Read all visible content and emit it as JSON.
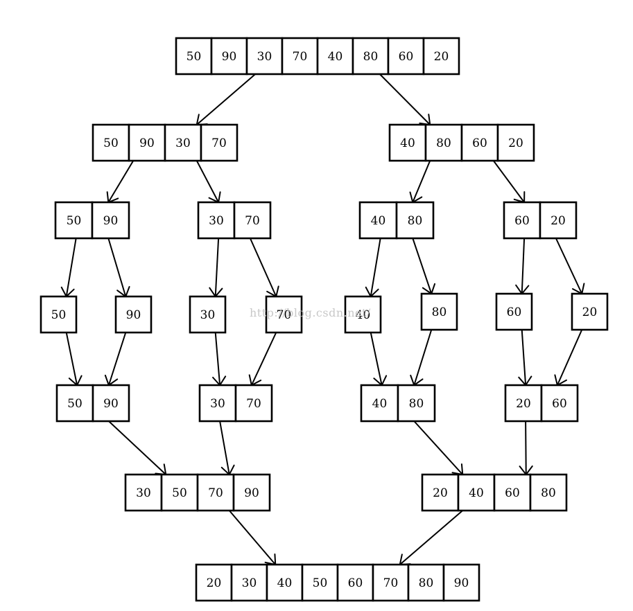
{
  "watermark": "http://blog.csdn.net/",
  "rows": [
    [
      {
        "id": "r0",
        "values": [
          50,
          90,
          30,
          70,
          40,
          80,
          60,
          20
        ]
      }
    ],
    [
      {
        "id": "r1a",
        "values": [
          50,
          90,
          30,
          70
        ]
      },
      {
        "id": "r1b",
        "values": [
          40,
          80,
          60,
          20
        ]
      }
    ],
    [
      {
        "id": "r2a",
        "values": [
          50,
          90
        ]
      },
      {
        "id": "r2b",
        "values": [
          30,
          70
        ]
      },
      {
        "id": "r2c",
        "values": [
          40,
          80
        ]
      },
      {
        "id": "r2d",
        "values": [
          60,
          20
        ]
      }
    ],
    [
      {
        "id": "r3a",
        "values": [
          50
        ]
      },
      {
        "id": "r3b",
        "values": [
          90
        ]
      },
      {
        "id": "r3c",
        "values": [
          30
        ]
      },
      {
        "id": "r3d",
        "values": [
          70
        ]
      },
      {
        "id": "r3e",
        "values": [
          40
        ]
      },
      {
        "id": "r3f",
        "values": [
          80
        ]
      },
      {
        "id": "r3g",
        "values": [
          60
        ]
      },
      {
        "id": "r3h",
        "values": [
          20
        ]
      }
    ],
    [
      {
        "id": "r4a",
        "values": [
          50,
          90
        ]
      },
      {
        "id": "r4b",
        "values": [
          30,
          70
        ]
      },
      {
        "id": "r4c",
        "values": [
          40,
          80
        ]
      },
      {
        "id": "r4d",
        "values": [
          20,
          60
        ]
      }
    ],
    [
      {
        "id": "r5a",
        "values": [
          30,
          50,
          70,
          90
        ]
      },
      {
        "id": "r5b",
        "values": [
          20,
          40,
          60,
          80
        ]
      }
    ],
    [
      {
        "id": "r6",
        "values": [
          20,
          30,
          40,
          50,
          60,
          70,
          80,
          90
        ]
      }
    ]
  ],
  "edges": [
    [
      "r0",
      "r1a"
    ],
    [
      "r0",
      "r1b"
    ],
    [
      "r1a",
      "r2a"
    ],
    [
      "r1a",
      "r2b"
    ],
    [
      "r1b",
      "r2c"
    ],
    [
      "r1b",
      "r2d"
    ],
    [
      "r2a",
      "r3a"
    ],
    [
      "r2a",
      "r3b"
    ],
    [
      "r2b",
      "r3c"
    ],
    [
      "r2b",
      "r3d"
    ],
    [
      "r2c",
      "r3e"
    ],
    [
      "r2c",
      "r3f"
    ],
    [
      "r2d",
      "r3g"
    ],
    [
      "r2d",
      "r3h"
    ],
    [
      "r3a",
      "r4a"
    ],
    [
      "r3b",
      "r4a"
    ],
    [
      "r3c",
      "r4b"
    ],
    [
      "r3d",
      "r4b"
    ],
    [
      "r3e",
      "r4c"
    ],
    [
      "r3f",
      "r4c"
    ],
    [
      "r3g",
      "r4d"
    ],
    [
      "r3h",
      "r4d"
    ],
    [
      "r4a",
      "r5a"
    ],
    [
      "r4b",
      "r5a"
    ],
    [
      "r4c",
      "r5b"
    ],
    [
      "r4d",
      "r5b"
    ],
    [
      "r5a",
      "r6"
    ],
    [
      "r5b",
      "r6"
    ]
  ]
}
